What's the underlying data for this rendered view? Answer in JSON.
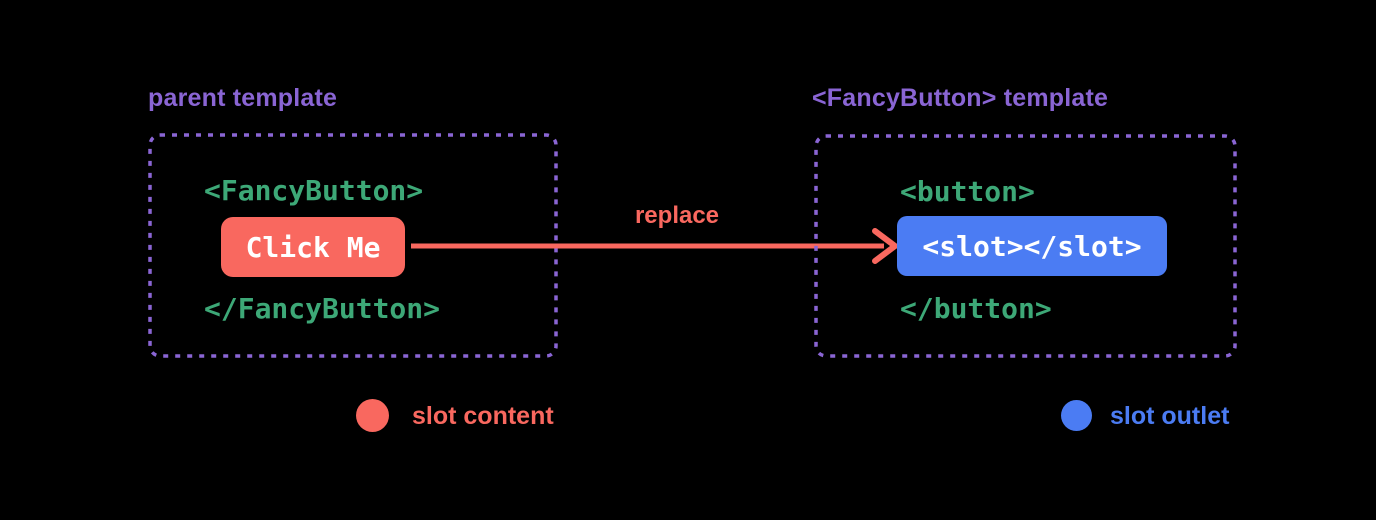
{
  "colors": {
    "background": "#000000",
    "purple": "#8a65d4",
    "green": "#3da877",
    "red": "#f9685f",
    "blue": "#4b7cf3",
    "white": "#ffffff"
  },
  "parent": {
    "label": "parent template",
    "open_tag": "<FancyButton>",
    "button_label": "Click Me",
    "close_tag": "</FancyButton>"
  },
  "component": {
    "label": "<FancyButton> template",
    "open_tag": "<button>",
    "slot_code": "<slot></slot>",
    "close_tag": "</button>"
  },
  "arrow": {
    "label": "replace"
  },
  "legend": {
    "content_label": "slot content",
    "outlet_label": "slot outlet"
  }
}
